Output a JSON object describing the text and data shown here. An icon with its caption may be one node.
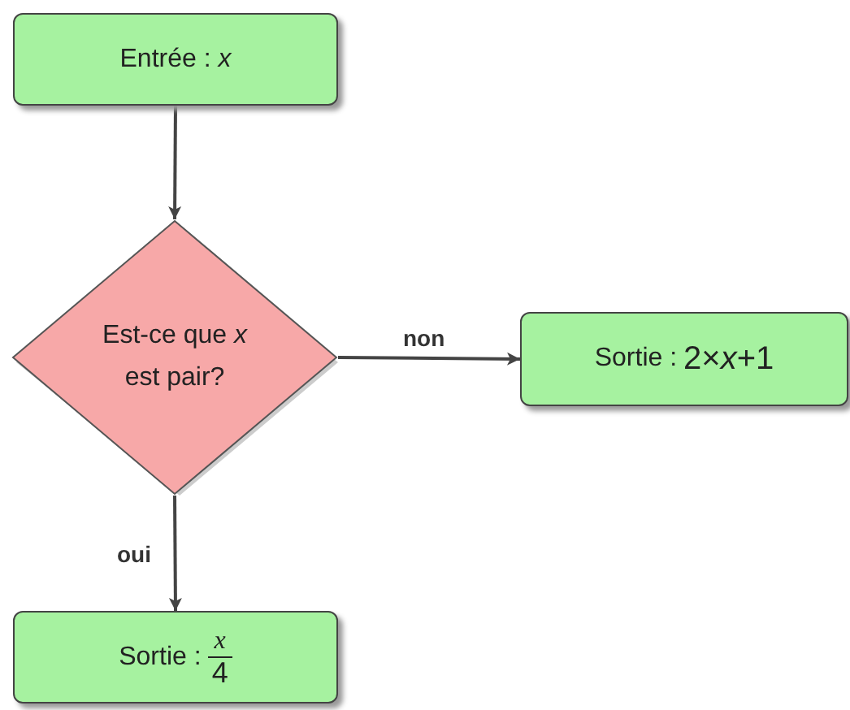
{
  "diagram": {
    "nodes": [
      {
        "text": [
          "Entrée : *x*"
        ]
      },
      {
        "text": [
          "Est-ce que *x* est pair?"
        ]
      },
      {
        "text": [
          "Sortie :",
          "2×*x*+1"
        ]
      },
      {
        "text": [
          "Sortie :",
          "x",
          "4"
        ]
      }
    ],
    "edges": [
      {
        "from": 0,
        "to": 1,
        "arrow": "to"
      },
      {
        "from": 1,
        "to": 2,
        "arrow": "to",
        "label": "non"
      },
      {
        "from": 1,
        "to": 3,
        "arrow": "to",
        "label": "oui"
      }
    ]
  }
}
